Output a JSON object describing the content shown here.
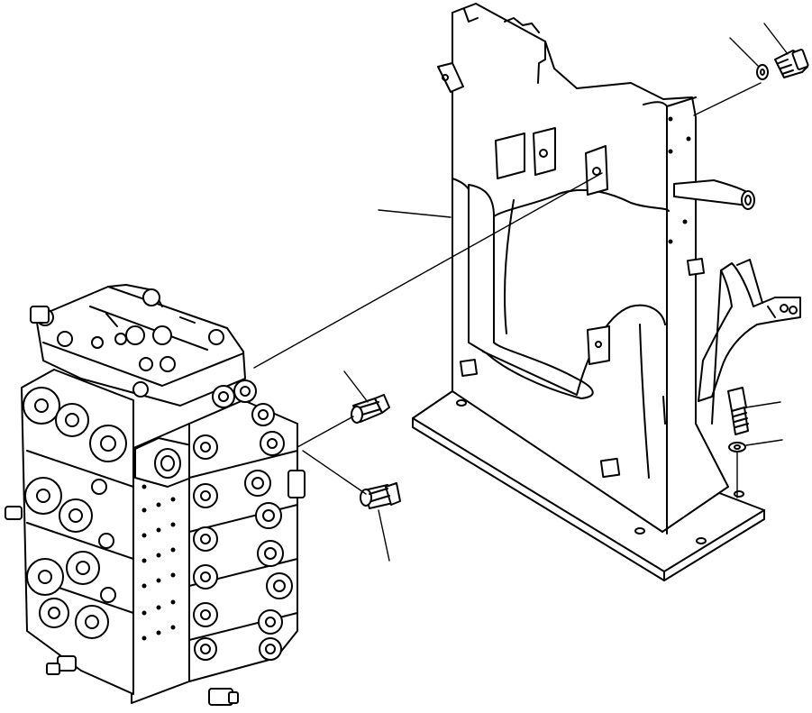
{
  "figure": {
    "background": "#ffffff",
    "line_color": "#000000"
  },
  "parts": [
    {
      "name": "control-valve-assembly"
    },
    {
      "name": "valve-mounting-bracket"
    },
    {
      "name": "pressure-sensor-upper"
    },
    {
      "name": "pressure-sensor-lower"
    },
    {
      "name": "mounting-bolt-top"
    },
    {
      "name": "washer-top"
    },
    {
      "name": "mounting-bolt-right"
    },
    {
      "name": "washer-right"
    }
  ]
}
